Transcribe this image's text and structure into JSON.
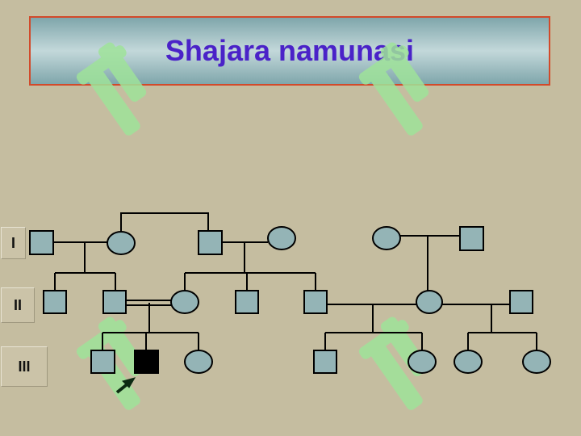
{
  "title": "Shajara namunasi",
  "generations": [
    "I",
    "II",
    "III"
  ],
  "colors": {
    "background": "#c5bda0",
    "title_border": "#d24a2a",
    "title_text": "#4a22c8",
    "symbol_fill": "#94b4b6",
    "affected_fill": "#000000",
    "line": "#000000",
    "watermark": "#9fe39a",
    "arrow": "#0c2a12"
  },
  "pedigree": {
    "generation_I": [
      "male",
      "female",
      "male",
      "female",
      "female",
      "male"
    ],
    "generation_II": [
      "male",
      "male",
      "female",
      "male",
      "male",
      "female",
      "male"
    ],
    "generation_III": [
      "male",
      "male-affected-proband",
      "female",
      "male",
      "female",
      "female",
      "female"
    ]
  }
}
